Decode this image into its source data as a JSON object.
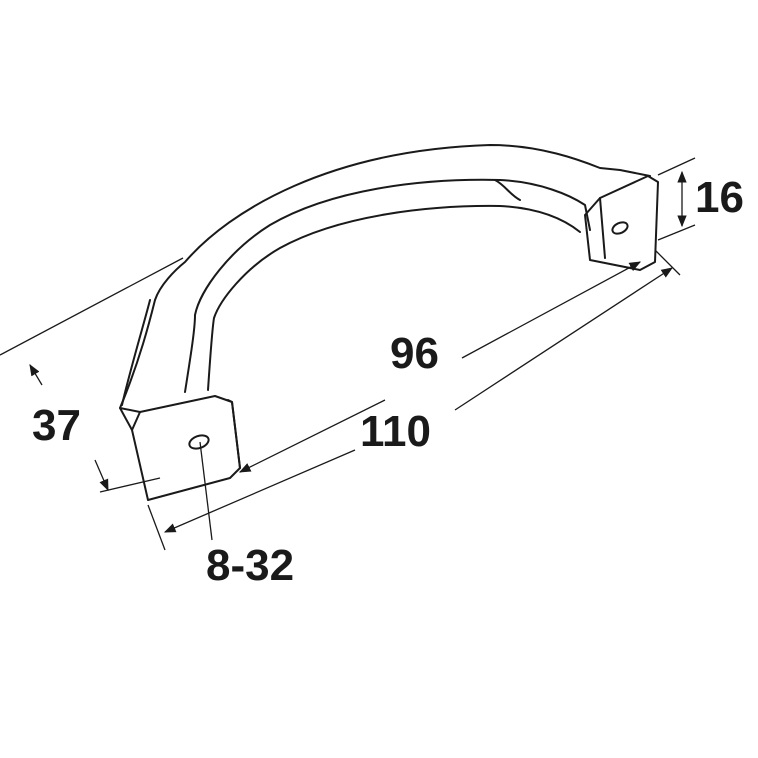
{
  "drawing": {
    "dimensions": {
      "height": "16",
      "hole_centers": "96",
      "overall_length": "110",
      "projection": "37",
      "thread": "8-32"
    },
    "colors": {
      "line": "#1a1a1a",
      "background": "#ffffff"
    }
  }
}
